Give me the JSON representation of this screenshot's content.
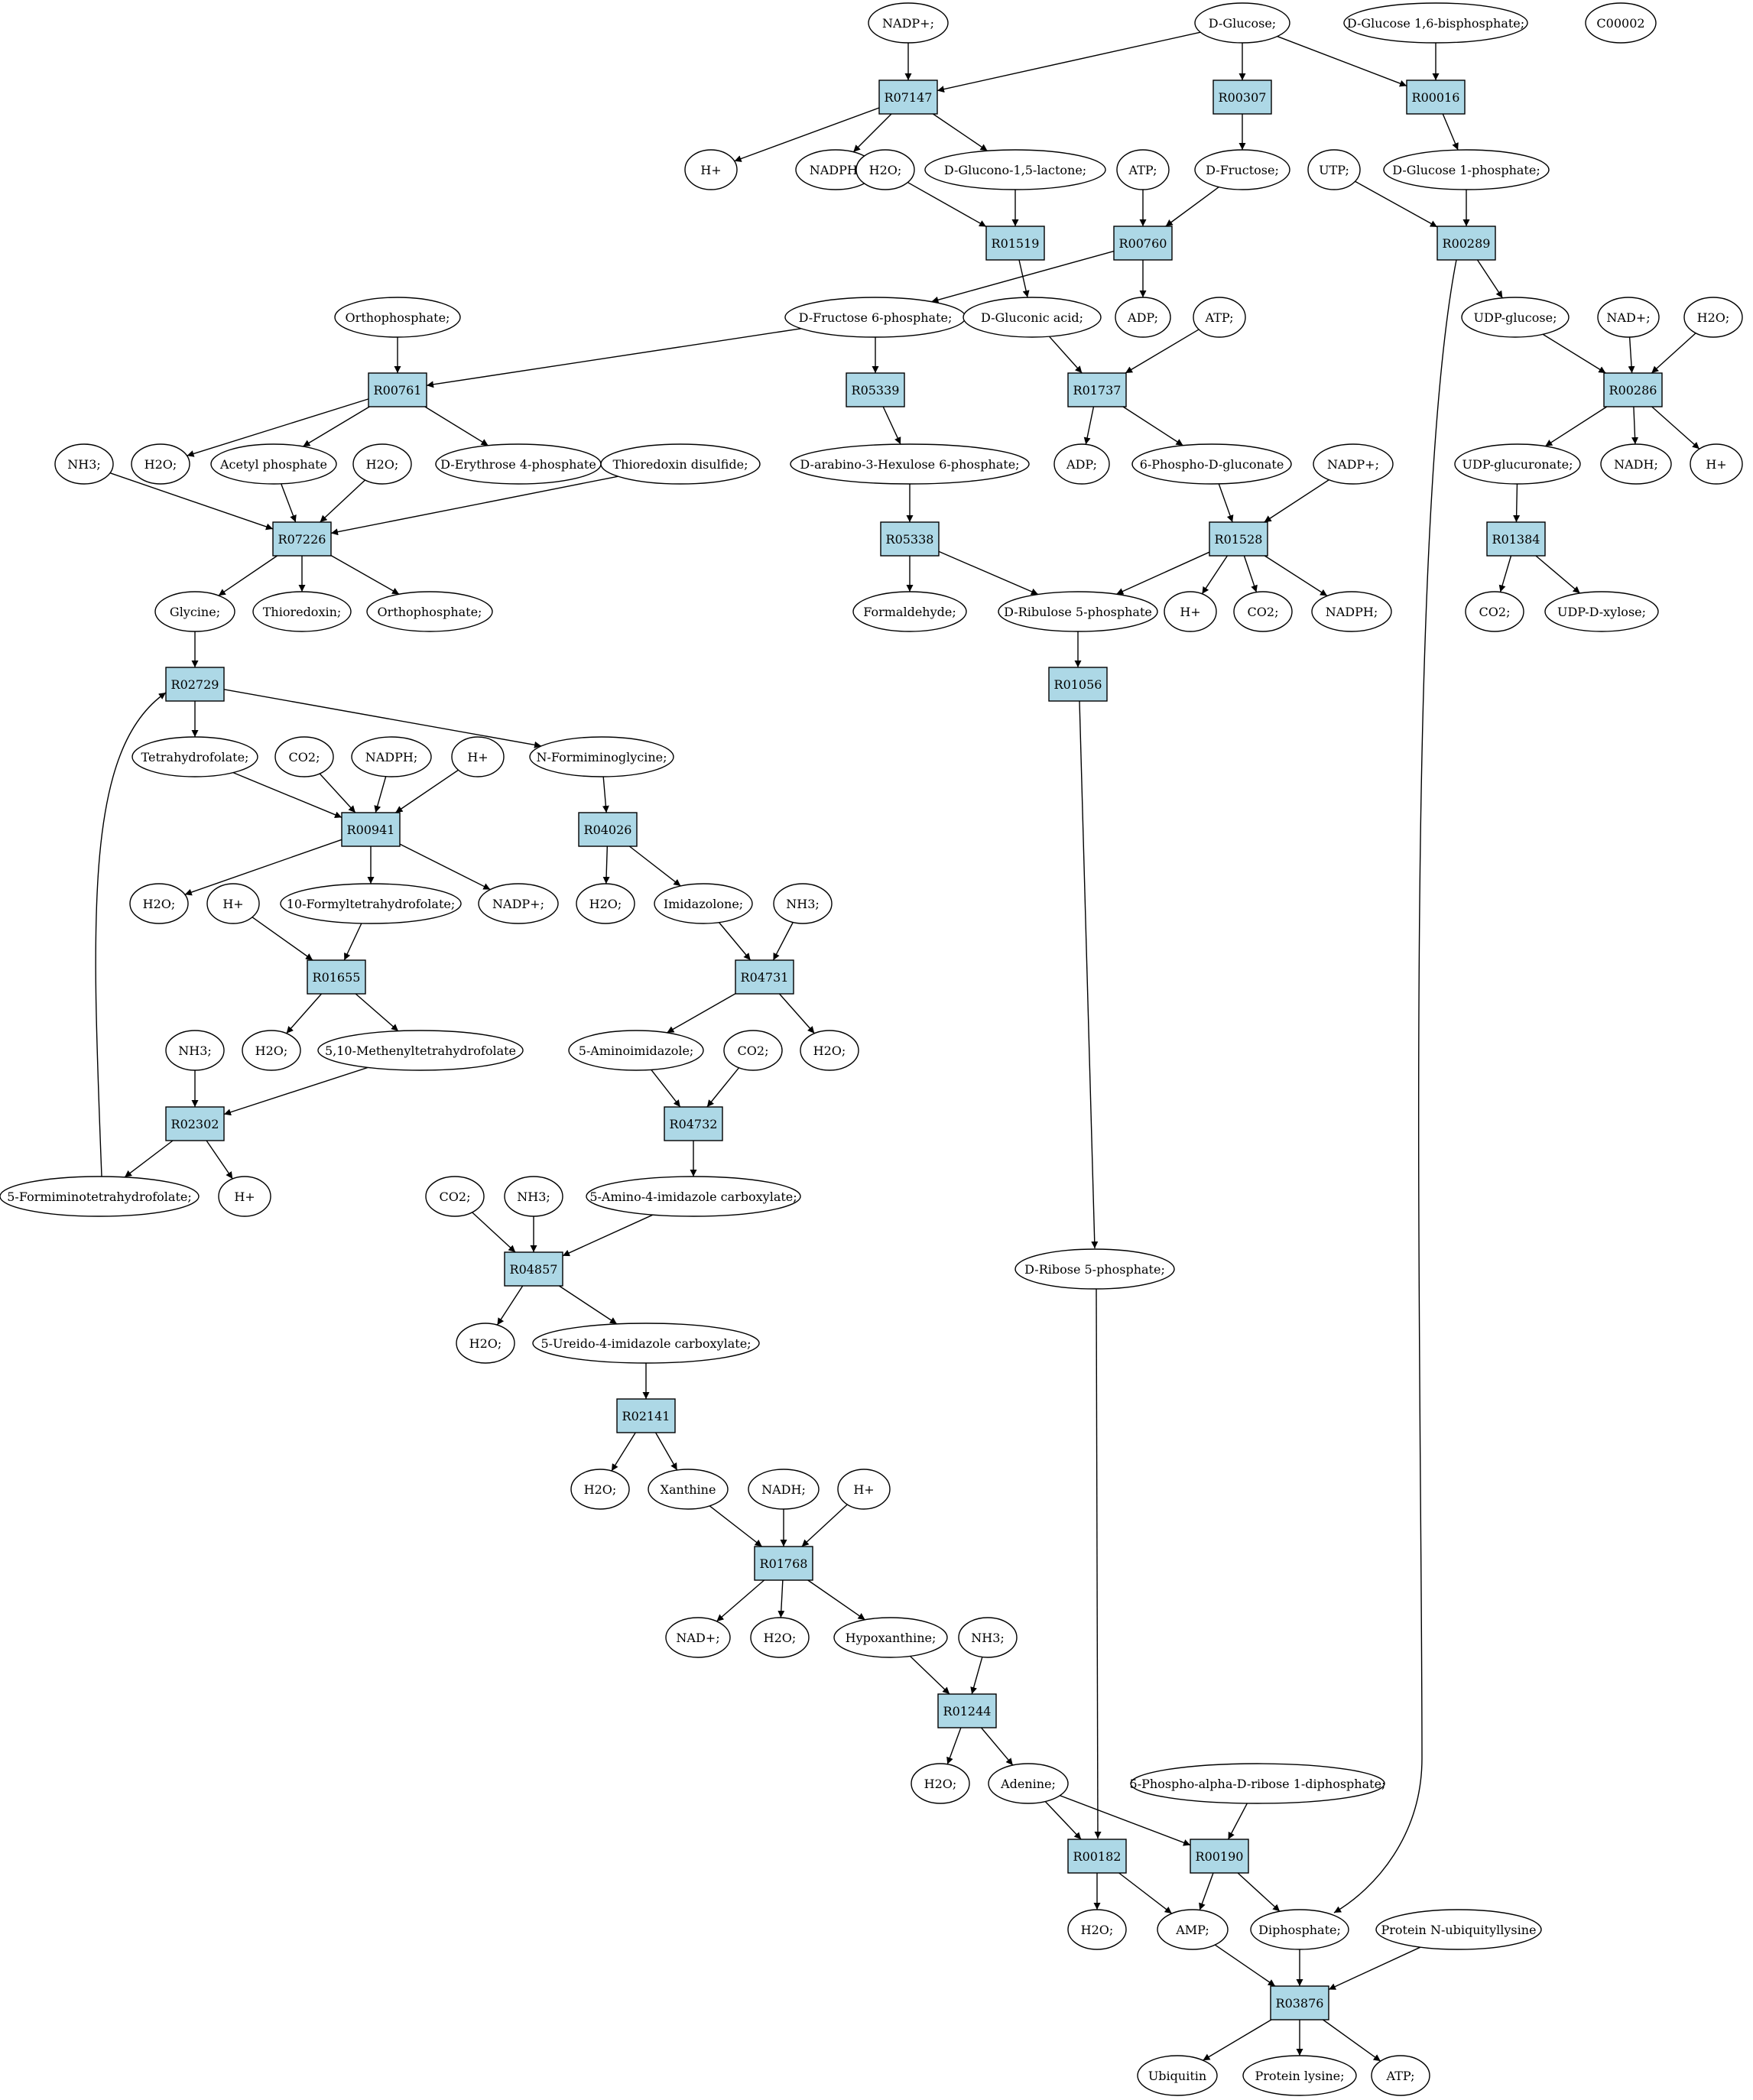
{
  "colors": {
    "background": "#ffffff",
    "reaction_fill": "#add8e6",
    "compound_fill": "#ffffff",
    "start_fill": "#00ee00",
    "query_fill": "#ffff00",
    "stroke": "#000000"
  },
  "nodes": [
    {
      "id": "c_nadpp1",
      "label": "NADP+;",
      "kind": "compound"
    },
    {
      "id": "c_glucose",
      "label": "D-Glucose;",
      "kind": "start"
    },
    {
      "id": "c_g16bp",
      "label": "D-Glucose 1,6-bisphosphate;",
      "kind": "compound"
    },
    {
      "id": "c_c00002",
      "label": "C00002",
      "kind": "query"
    },
    {
      "id": "r_R07147",
      "label": "R07147",
      "kind": "reaction"
    },
    {
      "id": "r_R00307",
      "label": "R00307",
      "kind": "reaction"
    },
    {
      "id": "r_R00016",
      "label": "R00016",
      "kind": "reaction"
    },
    {
      "id": "c_hp1",
      "label": "H+",
      "kind": "compound"
    },
    {
      "id": "c_nadph1",
      "label": "NADPH;",
      "kind": "compound"
    },
    {
      "id": "c_h2o1",
      "label": "H2O;",
      "kind": "compound"
    },
    {
      "id": "c_glucono",
      "label": "D-Glucono-1,5-lactone;",
      "kind": "compound"
    },
    {
      "id": "c_atp1",
      "label": "ATP;",
      "kind": "compound"
    },
    {
      "id": "c_fructose",
      "label": "D-Fructose;",
      "kind": "compound"
    },
    {
      "id": "c_utp",
      "label": "UTP;",
      "kind": "compound"
    },
    {
      "id": "c_g1p",
      "label": "D-Glucose 1-phosphate;",
      "kind": "compound"
    },
    {
      "id": "r_R01519",
      "label": "R01519",
      "kind": "reaction"
    },
    {
      "id": "r_R00760",
      "label": "R00760",
      "kind": "reaction"
    },
    {
      "id": "r_R00289",
      "label": "R00289",
      "kind": "reaction"
    },
    {
      "id": "c_orthop1",
      "label": "Orthophosphate;",
      "kind": "compound"
    },
    {
      "id": "c_f6p",
      "label": "D-Fructose 6-phosphate;",
      "kind": "compound"
    },
    {
      "id": "c_gluconic",
      "label": "D-Gluconic acid;",
      "kind": "compound"
    },
    {
      "id": "c_adp1",
      "label": "ADP;",
      "kind": "compound"
    },
    {
      "id": "c_atp2",
      "label": "ATP;",
      "kind": "compound"
    },
    {
      "id": "c_udpglc",
      "label": "UDP-glucose;",
      "kind": "compound"
    },
    {
      "id": "c_nadp2",
      "label": "NAD+;",
      "kind": "compound"
    },
    {
      "id": "c_h2o2",
      "label": "H2O;",
      "kind": "compound"
    },
    {
      "id": "r_R00761",
      "label": "R00761",
      "kind": "reaction"
    },
    {
      "id": "r_R05339",
      "label": "R05339",
      "kind": "reaction"
    },
    {
      "id": "r_R01737",
      "label": "R01737",
      "kind": "reaction"
    },
    {
      "id": "r_R00286",
      "label": "R00286",
      "kind": "reaction"
    },
    {
      "id": "c_nh3_1",
      "label": "NH3;",
      "kind": "compound"
    },
    {
      "id": "c_h2o3",
      "label": "H2O;",
      "kind": "compound"
    },
    {
      "id": "c_acetylp",
      "label": "Acetyl phosphate",
      "kind": "compound"
    },
    {
      "id": "c_h2o4",
      "label": "H2O;",
      "kind": "compound"
    },
    {
      "id": "c_e4p",
      "label": "D-Erythrose 4-phosphate",
      "kind": "compound"
    },
    {
      "id": "c_thioredds",
      "label": "Thioredoxin disulfide;",
      "kind": "compound"
    },
    {
      "id": "c_hexulose",
      "label": "D-arabino-3-Hexulose 6-phosphate;",
      "kind": "compound"
    },
    {
      "id": "c_adp2",
      "label": "ADP;",
      "kind": "compound"
    },
    {
      "id": "c_6pg",
      "label": "6-Phospho-D-gluconate",
      "kind": "compound"
    },
    {
      "id": "c_nadpp3",
      "label": "NADP+;",
      "kind": "compound"
    },
    {
      "id": "c_udpglcua",
      "label": "UDP-glucuronate;",
      "kind": "compound"
    },
    {
      "id": "c_nadh1",
      "label": "NADH;",
      "kind": "compound"
    },
    {
      "id": "c_hp2",
      "label": "H+",
      "kind": "compound"
    },
    {
      "id": "r_R07226",
      "label": "R07226",
      "kind": "reaction"
    },
    {
      "id": "r_R05338",
      "label": "R05338",
      "kind": "reaction"
    },
    {
      "id": "r_R01528",
      "label": "R01528",
      "kind": "reaction"
    },
    {
      "id": "r_R01384",
      "label": "R01384",
      "kind": "reaction"
    },
    {
      "id": "c_glycine",
      "label": "Glycine;",
      "kind": "compound"
    },
    {
      "id": "c_thioredoxin",
      "label": "Thioredoxin;",
      "kind": "compound"
    },
    {
      "id": "c_orthop2",
      "label": "Orthophosphate;",
      "kind": "compound"
    },
    {
      "id": "c_formaldehyde",
      "label": "Formaldehyde;",
      "kind": "compound"
    },
    {
      "id": "c_ru5p",
      "label": "D-Ribulose 5-phosphate",
      "kind": "compound"
    },
    {
      "id": "c_hp3",
      "label": "H+",
      "kind": "compound"
    },
    {
      "id": "c_co2_1",
      "label": "CO2;",
      "kind": "compound"
    },
    {
      "id": "c_nadph2",
      "label": "NADPH;",
      "kind": "compound"
    },
    {
      "id": "c_co2_2",
      "label": "CO2;",
      "kind": "compound"
    },
    {
      "id": "c_udpxyl",
      "label": "UDP-D-xylose;",
      "kind": "compound"
    },
    {
      "id": "r_R02729",
      "label": "R02729",
      "kind": "reaction"
    },
    {
      "id": "r_R01056",
      "label": "R01056",
      "kind": "reaction"
    },
    {
      "id": "c_thf",
      "label": "Tetrahydrofolate;",
      "kind": "compound"
    },
    {
      "id": "c_co2_3",
      "label": "CO2;",
      "kind": "compound"
    },
    {
      "id": "c_nadph3",
      "label": "NADPH;",
      "kind": "compound"
    },
    {
      "id": "c_hp4",
      "label": "H+",
      "kind": "compound"
    },
    {
      "id": "c_nformgly",
      "label": "N-Formiminoglycine;",
      "kind": "compound"
    },
    {
      "id": "r_R00941",
      "label": "R00941",
      "kind": "reaction"
    },
    {
      "id": "r_R04026",
      "label": "R04026",
      "kind": "reaction"
    },
    {
      "id": "c_h2o5",
      "label": "H2O;",
      "kind": "compound"
    },
    {
      "id": "c_hp5",
      "label": "H+",
      "kind": "compound"
    },
    {
      "id": "c_10fthf",
      "label": "10-Formyltetrahydrofolate;",
      "kind": "compound"
    },
    {
      "id": "c_nadpp4",
      "label": "NADP+;",
      "kind": "compound"
    },
    {
      "id": "c_h2o6",
      "label": "H2O;",
      "kind": "compound"
    },
    {
      "id": "c_imidazolone",
      "label": "Imidazolone;",
      "kind": "compound"
    },
    {
      "id": "c_nh3_2",
      "label": "NH3;",
      "kind": "compound"
    },
    {
      "id": "r_R01655",
      "label": "R01655",
      "kind": "reaction"
    },
    {
      "id": "r_R04731",
      "label": "R04731",
      "kind": "reaction"
    },
    {
      "id": "c_nh3_3",
      "label": "NH3;",
      "kind": "compound"
    },
    {
      "id": "c_h2o7",
      "label": "H2O;",
      "kind": "compound"
    },
    {
      "id": "c_methenylthf",
      "label": "5,10-Methenyltetrahydrofolate",
      "kind": "compound"
    },
    {
      "id": "c_5aminoimid",
      "label": "5-Aminoimidazole;",
      "kind": "compound"
    },
    {
      "id": "c_co2_4",
      "label": "CO2;",
      "kind": "compound"
    },
    {
      "id": "c_h2o8",
      "label": "H2O;",
      "kind": "compound"
    },
    {
      "id": "r_R02302",
      "label": "R02302",
      "kind": "reaction"
    },
    {
      "id": "r_R04732",
      "label": "R04732",
      "kind": "reaction"
    },
    {
      "id": "c_5formthf",
      "label": "5-Formiminotetrahydrofolate;",
      "kind": "compound"
    },
    {
      "id": "c_hp6",
      "label": "H+",
      "kind": "compound"
    },
    {
      "id": "c_co2_5",
      "label": "CO2;",
      "kind": "compound"
    },
    {
      "id": "c_nh3_4",
      "label": "NH3;",
      "kind": "compound"
    },
    {
      "id": "c_5a4ic",
      "label": "5-Amino-4-imidazole carboxylate;",
      "kind": "compound"
    },
    {
      "id": "r_R04857",
      "label": "R04857",
      "kind": "reaction"
    },
    {
      "id": "c_r5p",
      "label": "D-Ribose 5-phosphate;",
      "kind": "compound"
    },
    {
      "id": "c_h2o9",
      "label": "H2O;",
      "kind": "compound"
    },
    {
      "id": "c_5u4ic",
      "label": "5-Ureido-4-imidazole carboxylate;",
      "kind": "compound"
    },
    {
      "id": "r_R02141",
      "label": "R02141",
      "kind": "reaction"
    },
    {
      "id": "c_h2o10",
      "label": "H2O;",
      "kind": "compound"
    },
    {
      "id": "c_xanthine",
      "label": "Xanthine",
      "kind": "compound"
    },
    {
      "id": "c_nadh2",
      "label": "NADH;",
      "kind": "compound"
    },
    {
      "id": "c_hp7",
      "label": "H+",
      "kind": "compound"
    },
    {
      "id": "r_R01768",
      "label": "R01768",
      "kind": "reaction"
    },
    {
      "id": "c_nadp3",
      "label": "NAD+;",
      "kind": "compound"
    },
    {
      "id": "c_h2o11",
      "label": "H2O;",
      "kind": "compound"
    },
    {
      "id": "c_hypoxanthine",
      "label": "Hypoxanthine;",
      "kind": "compound"
    },
    {
      "id": "c_nh3_5",
      "label": "NH3;",
      "kind": "compound"
    },
    {
      "id": "r_R01244",
      "label": "R01244",
      "kind": "reaction"
    },
    {
      "id": "c_h2o12",
      "label": "H2O;",
      "kind": "compound"
    },
    {
      "id": "c_adenine",
      "label": "Adenine;",
      "kind": "compound"
    },
    {
      "id": "c_prpp",
      "label": "5-Phospho-alpha-D-ribose 1-diphosphate;",
      "kind": "compound"
    },
    {
      "id": "r_R00182",
      "label": "R00182",
      "kind": "reaction"
    },
    {
      "id": "r_R00190",
      "label": "R00190",
      "kind": "reaction"
    },
    {
      "id": "c_h2o13",
      "label": "H2O;",
      "kind": "compound"
    },
    {
      "id": "c_amp",
      "label": "AMP;",
      "kind": "compound"
    },
    {
      "id": "c_diphosphate",
      "label": "Diphosphate;",
      "kind": "compound"
    },
    {
      "id": "c_protubk",
      "label": "Protein N-ubiquityllysine",
      "kind": "compound"
    },
    {
      "id": "r_R03876",
      "label": "R03876",
      "kind": "reaction"
    },
    {
      "id": "c_ubiquitin",
      "label": "Ubiquitin",
      "kind": "compound"
    },
    {
      "id": "c_protlys",
      "label": "Protein lysine;",
      "kind": "compound"
    },
    {
      "id": "c_atp3",
      "label": "ATP;",
      "kind": "compound"
    }
  ]
}
